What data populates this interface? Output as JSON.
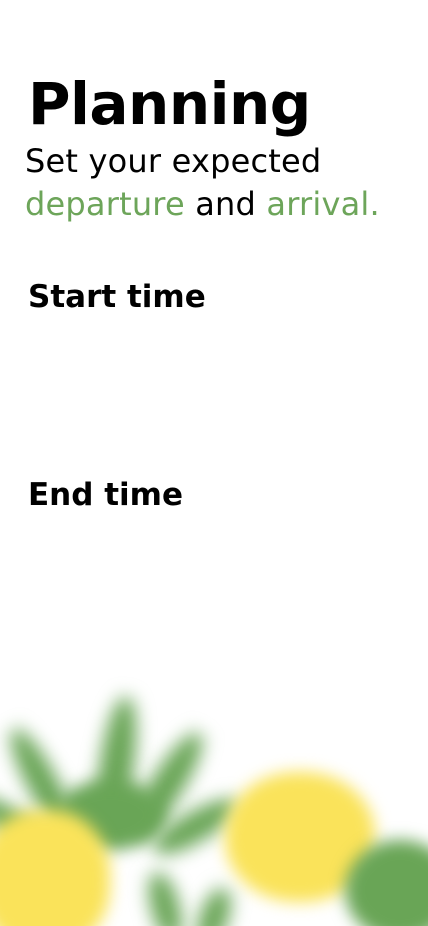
{
  "header": {
    "title": "Planning",
    "subtitle_prefix": "Set your expected",
    "subtitle_departure": "departure",
    "subtitle_connector": "and",
    "subtitle_arrival": "arrival."
  },
  "sections": {
    "start_label": "Start time",
    "end_label": "End time"
  },
  "colors": {
    "accent": "#6da55a",
    "leaf_green": "#69a556",
    "pineapple_yellow": "#fae35a",
    "text": "#000000",
    "background": "#ffffff"
  },
  "decor": {
    "icons": [
      "pineapple-left-icon",
      "pineapple-right-icon",
      "leaf-cluster-icon"
    ]
  }
}
